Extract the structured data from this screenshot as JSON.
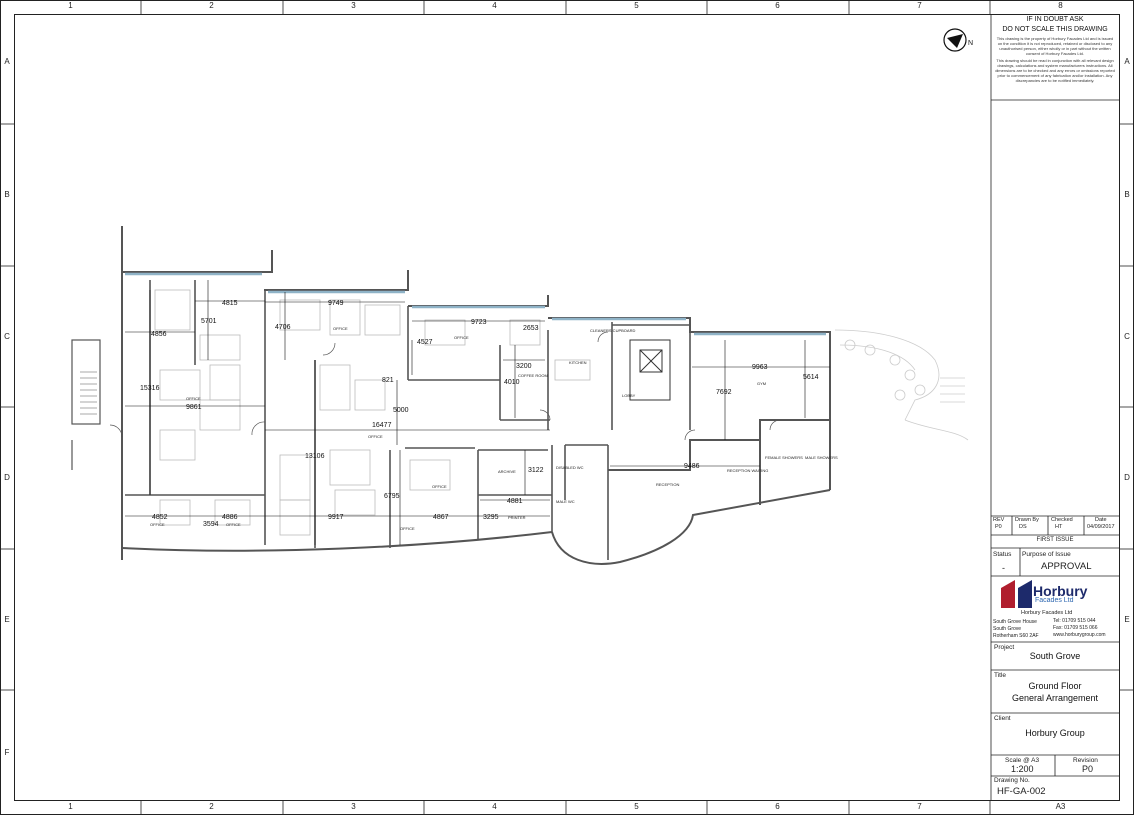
{
  "zones": {
    "columns": [
      "1",
      "2",
      "3",
      "4",
      "5",
      "6",
      "7",
      "8"
    ],
    "rows": [
      "A",
      "B",
      "C",
      "D",
      "E",
      "F"
    ]
  },
  "notice": {
    "heading1": "IF IN DOUBT ASK",
    "heading2": "DO NOT SCALE THIS DRAWING",
    "para1": "This drawing is the property of Horbury Facades Ltd and is issued on the condition it is not reproduced, retained or disclosed to any unauthorised person, either wholly or in part without the written consent of Horbury Facades Ltd.",
    "para2": "This drawing should be read in conjunction with all relevant design drawings, calculations and system manufacturers instructions. All dimensions are to be checked and any errors or omissions reported prior to commencement of any fabrication and/or installation. Any discrepancies are to be notified immediately."
  },
  "revision_table": {
    "headers": [
      "REV",
      "Drawn By",
      "Checked",
      "Date"
    ],
    "row": [
      "P0",
      "DS",
      "HT",
      "04/09/2017"
    ],
    "issue": "FIRST ISSUE"
  },
  "status": {
    "status_label": "Status",
    "status_value": "-",
    "purpose_label": "Purpose of Issue",
    "purpose_value": "APPROVAL"
  },
  "company": {
    "brand": "Horbury",
    "sub": "Facades Ltd",
    "name": "Horbury Facades Ltd",
    "addr1": "South Grove House",
    "addr2": "South Grove",
    "addr3": "Rotherham S60 2AF",
    "tel": "Tel: 01709 515 044",
    "fax": "Fax: 01709 515 066",
    "web": "www.horburygroup.com",
    "colors": {
      "red": "#b01e2e",
      "navy": "#1d2a6b",
      "blue": "#2c66b0"
    }
  },
  "project": {
    "label": "Project",
    "value": "South Grove"
  },
  "title": {
    "label": "Title",
    "line1": "Ground Floor",
    "line2": "General Arrangement"
  },
  "client": {
    "label": "Client",
    "value": "Horbury Group"
  },
  "scale": {
    "label": "Scale @ A3",
    "value": "1:200"
  },
  "revision": {
    "label": "Revision",
    "value": "P0"
  },
  "drawing": {
    "label": "Drawing No.",
    "value": "HF-GA-002",
    "sheet": "A3"
  },
  "plan": {
    "rooms": [
      "OFFICE",
      "OFFICE",
      "OFFICE",
      "OFFICE",
      "OFFICE",
      "OFFICE",
      "OFFICE",
      "OFFICE",
      "KITCHEN",
      "CLEANERS CUPBOARD",
      "COFFEE ROOM",
      "LOBBY",
      "GYM",
      "ARCHIVE",
      "PRINTER",
      "DISABLED WC",
      "MALE WC",
      "RECEPTION",
      "RECEPTION WAITING",
      "FEMALE SHOWERS",
      "MALE SHOWERS"
    ],
    "dimensions": [
      "4815",
      "9749",
      "9723",
      "2653",
      "4856",
      "5701",
      "4706",
      "4527",
      "3200",
      "4010",
      "15316",
      "9861",
      "821",
      "5000",
      "16477",
      "13106",
      "6795",
      "4852",
      "4886",
      "3594",
      "9917",
      "4867",
      "3295",
      "4881",
      "3122",
      "9486",
      "9963",
      "5614",
      "7692"
    ]
  }
}
